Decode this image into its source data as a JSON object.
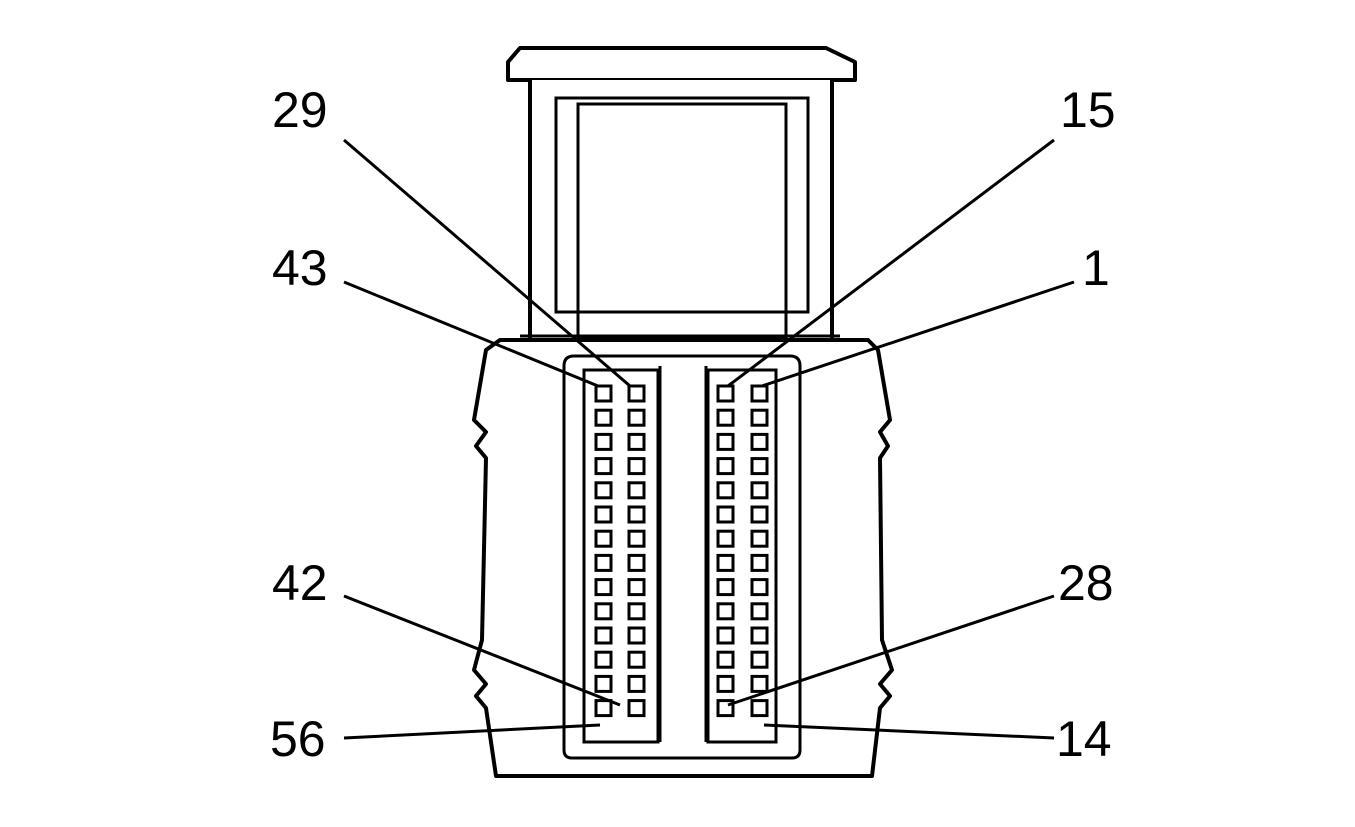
{
  "diagram": {
    "type": "connector-pinout",
    "pin_labels": [
      {
        "id": "29",
        "text": "29"
      },
      {
        "id": "15",
        "text": "15"
      },
      {
        "id": "43",
        "text": "43"
      },
      {
        "id": "1",
        "text": "1"
      },
      {
        "id": "42",
        "text": "42"
      },
      {
        "id": "28",
        "text": "28"
      },
      {
        "id": "56",
        "text": "56"
      },
      {
        "id": "14",
        "text": "14"
      }
    ],
    "rows_per_column": 14,
    "columns": 4
  }
}
